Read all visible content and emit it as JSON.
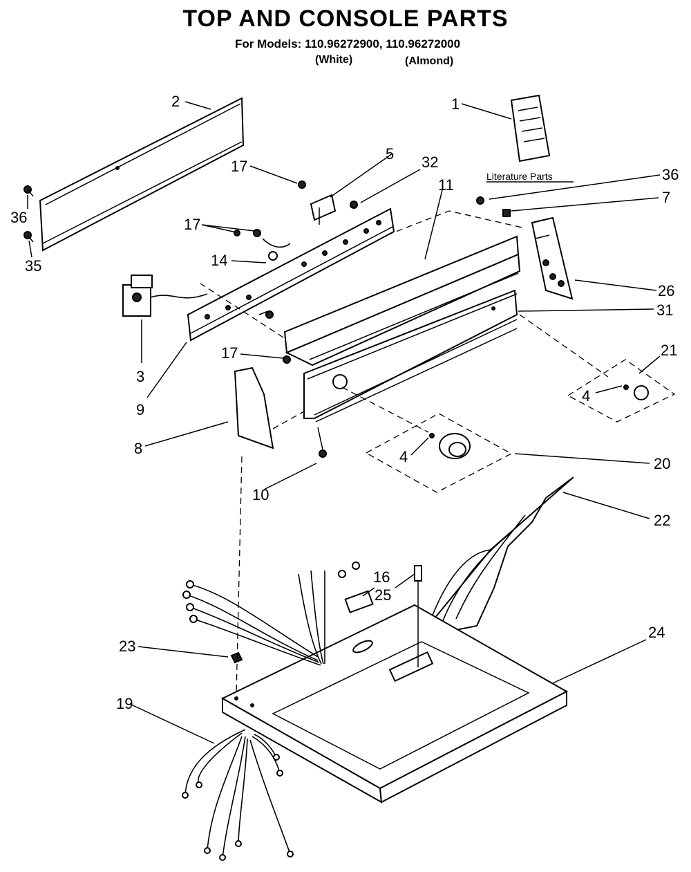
{
  "title": "TOP AND CONSOLE PARTS",
  "models_line": "For Models: 110.96272900, 110.96272000",
  "model_colors": [
    "(White)",
    "(Almond)"
  ],
  "literature_label": "Literature Parts",
  "part_labels": {
    "p1": "1",
    "p2": "2",
    "p3": "3",
    "p4a": "4",
    "p4b": "4",
    "p5": "5",
    "p7": "7",
    "p8": "8",
    "p9": "9",
    "p10": "10",
    "p11": "11",
    "p14": "14",
    "p16": "16",
    "p17a": "17",
    "p17b": "17",
    "p17c": "17",
    "p19": "19",
    "p20": "20",
    "p21": "21",
    "p22": "22",
    "p23": "23",
    "p24": "24",
    "p25": "25",
    "p26": "26",
    "p31": "31",
    "p32": "32",
    "p35": "35",
    "p36a": "36",
    "p36b": "36"
  }
}
